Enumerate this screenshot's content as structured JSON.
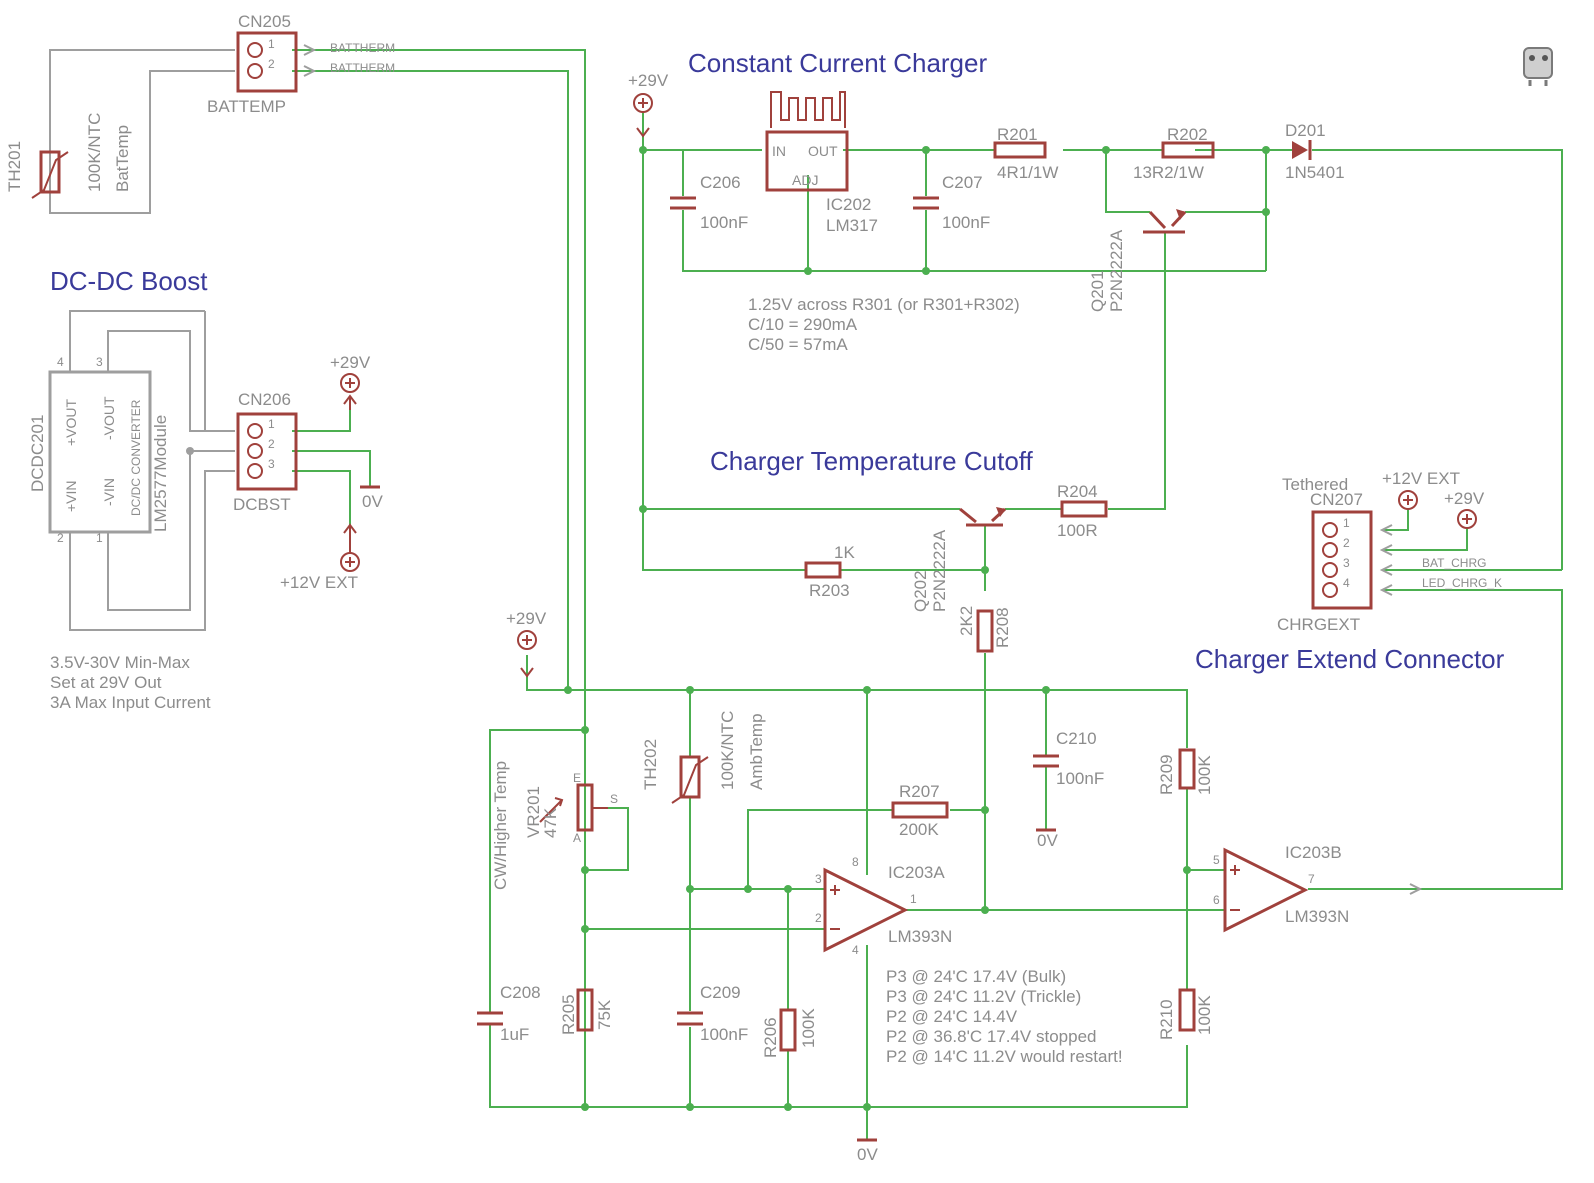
{
  "titles": {
    "ccc": "Constant Current Charger",
    "dcdc": "DC-DC Boost",
    "ctc": "Charger Temperature Cutoff",
    "cec": "Charger Extend Connector"
  },
  "cn205": {
    "ref": "CN205",
    "name": "BATTEMP",
    "pin1": "1",
    "pin2": "2"
  },
  "nets": {
    "battherm1": "BATTHERM",
    "battherm2": "BATTHERM",
    "bat_chrg": "BAT_CHRG",
    "led_chrg_k": "LED_CHRG_K"
  },
  "th201": {
    "ref": "TH201",
    "value": "100K/NTC",
    "name": "BatTemp"
  },
  "dcdc": {
    "ref": "DCDC201",
    "vin_plus": "+VIN",
    "vout_plus": "+VOUT",
    "vin_minus": "-VIN",
    "vout_minus": "-VOUT",
    "type": "DC/DC CONVERTER",
    "module": "LM2577Module",
    "pin1": "1",
    "pin2": "2",
    "pin3": "3",
    "pin4": "4"
  },
  "cn206": {
    "ref": "CN206",
    "name": "DCBST",
    "pin1": "1",
    "pin2": "2",
    "pin3": "3"
  },
  "power": {
    "v29_a": "+29V",
    "v29_b": "+29V",
    "v29_c": "+29V",
    "v29_d": "+29V",
    "v12_a": "+12V EXT",
    "v12_b": "+12V EXT",
    "gnd_a": "0V",
    "gnd_b": "0V",
    "gnd_c": "0V"
  },
  "ic202": {
    "ref": "IC202",
    "value": "LM317",
    "pin_in": "IN",
    "pin_out": "OUT",
    "pin_adj": "ADJ"
  },
  "c206": {
    "ref": "C206",
    "value": "100nF"
  },
  "c207": {
    "ref": "C207",
    "value": "100nF"
  },
  "r201": {
    "ref": "R201",
    "value": "4R1/1W"
  },
  "r202": {
    "ref": "R202",
    "value": "13R2/1W"
  },
  "d201": {
    "ref": "D201",
    "value": "1N5401"
  },
  "q201": {
    "ref": "Q201",
    "value": "P2N2222A"
  },
  "r204": {
    "ref": "R204",
    "value": "100R"
  },
  "r203": {
    "ref": "R203",
    "value": "1K"
  },
  "q202": {
    "ref": "Q202",
    "value": "P2N2222A"
  },
  "r208": {
    "ref": "R208",
    "value": "2K2"
  },
  "cn207": {
    "tethered": "Tethered",
    "ref": "CN207",
    "name": "CHRGEXT",
    "pin1": "1",
    "pin2": "2",
    "pin3": "3",
    "pin4": "4"
  },
  "vr201": {
    "ref": "VR201",
    "value": "47K",
    "note": "CW/Higher Temp",
    "pin_e": "E",
    "pin_s": "S",
    "pin_a": "A"
  },
  "th202": {
    "ref": "TH202",
    "value": "100K/NTC",
    "name": "AmbTemp"
  },
  "c210": {
    "ref": "C210",
    "value": "100nF"
  },
  "r207": {
    "ref": "R207",
    "value": "200K"
  },
  "r209": {
    "ref": "R209",
    "value": "100K"
  },
  "ic203a": {
    "ref": "IC203A",
    "value": "LM393N",
    "pin1": "1",
    "pin2": "2",
    "pin3": "3",
    "pin4": "4",
    "pin8": "8"
  },
  "ic203b": {
    "ref": "IC203B",
    "value": "LM393N",
    "pin5": "5",
    "pin6": "6",
    "pin7": "7"
  },
  "c208": {
    "ref": "C208",
    "value": "1uF"
  },
  "r205": {
    "ref": "R205",
    "value": "75K"
  },
  "c209": {
    "ref": "C209",
    "value": "100nF"
  },
  "r206": {
    "ref": "R206",
    "value": "100K"
  },
  "r210": {
    "ref": "R210",
    "value": "100K"
  },
  "notes": {
    "dcdc1": "3.5V-30V Min-Max",
    "dcdc2": "Set at 29V Out",
    "dcdc3": "3A Max Input Current",
    "cc1": "1.25V across R301 (or R301+R302)",
    "cc2": "C/10 = 290mA",
    "cc3": "C/50 = 57mA",
    "p1": "P3 @ 24'C 17.4V (Bulk)",
    "p2": "P3 @ 24'C 11.2V (Trickle)",
    "p3": "P2 @ 24'C 14.4V",
    "p4": "P2 @ 36.8'C 17.4V stopped",
    "p5": "P2 @ 14'C 11.2V would restart!"
  }
}
